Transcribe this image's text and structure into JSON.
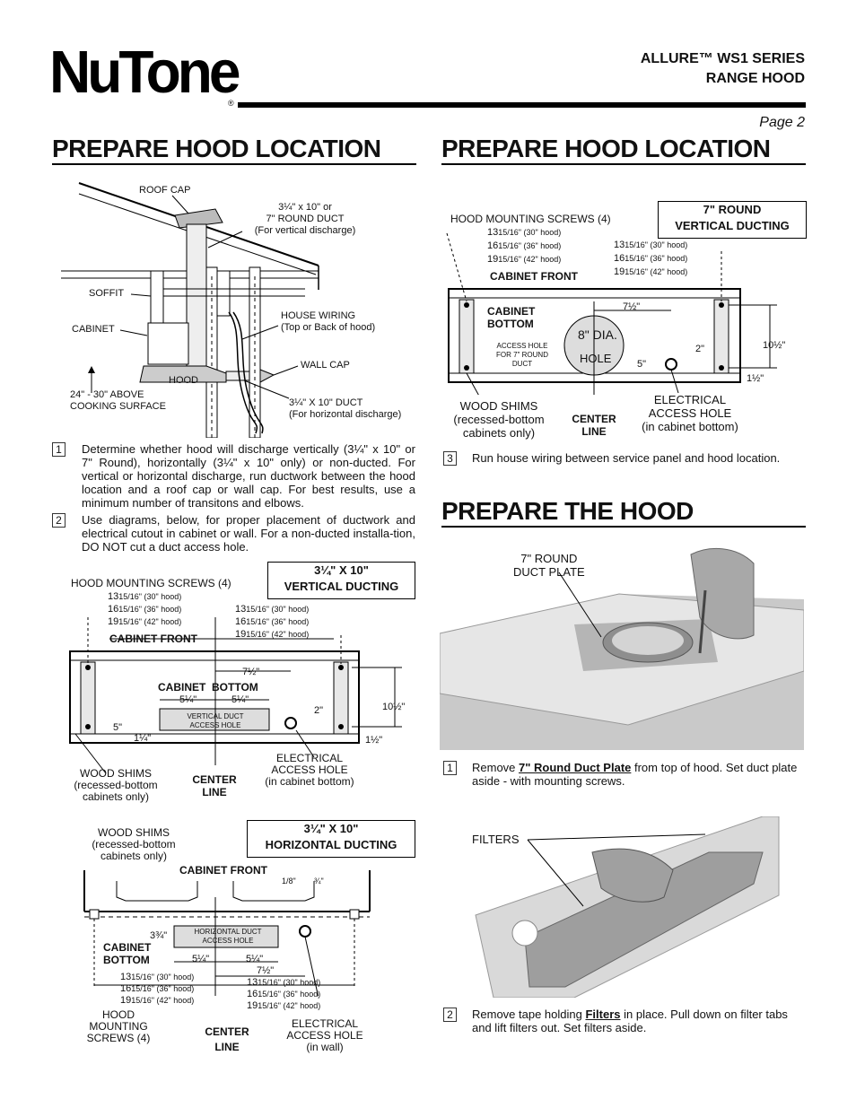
{
  "brand": {
    "name": "NuTone",
    "reg_mark": "®"
  },
  "header": {
    "line1": "ALLURE™  WS1 SERIES",
    "line2": "RANGE HOOD",
    "page": "Page 2"
  },
  "left": {
    "title": "PREPARE HOOD LOCATION",
    "diagram_labels": {
      "roof_cap": "ROOF CAP",
      "duct_vert_1": "3¼\" x 10\" or",
      "duct_vert_2": "7\" ROUND DUCT",
      "duct_vert_3": "(For vertical discharge)",
      "soffit": "SOFFIT",
      "cabinet": "CABINET",
      "house_wiring_1": "HOUSE WIRING",
      "house_wiring_2": "(Top or Back of hood)",
      "wall_cap": "WALL CAP",
      "hood": "HOOD",
      "above_1": "24\" - 30\" ABOVE",
      "above_2": "COOKING SURFACE",
      "duct_horiz_1": "3¼\" X 10\" DUCT",
      "duct_horiz_2": "(For horizontal discharge)"
    },
    "steps": [
      {
        "num": "1",
        "text": "Determine whether hood will discharge vertically (3¼\" x 10\" or 7\" Round), horizontally (3¼\" x 10\" only) or non-ducted. For vertical or horizontal discharge, run ductwork between the hood location and a roof cap or wall cap. For best results, use a minimum number of transitons and elbows."
      },
      {
        "num": "2",
        "text": "Use diagrams, below, for proper placement of ductwork and electrical cutout in cabinet or wall. For a non-ducted installa-tion, DO NOT cut a duct access hole."
      }
    ],
    "vertical": {
      "box_1": "3¼\" X 10\"",
      "box_2": "VERTICAL DUCTING",
      "screws": "HOOD MOUNTING SCREWS (4)",
      "dims_a": [
        "13",
        "15/16\"",
        "(30\" hood)"
      ],
      "dims_b": [
        "16",
        "15/16\"",
        "(36\" hood)"
      ],
      "dims_c": [
        "19",
        "15/16\"",
        "(42\" hood)"
      ],
      "cabinet_front": "CABINET FRONT",
      "cabinet_bottom_1": "CABINET",
      "cabinet_bottom_2": "BOTTOM",
      "seven_half": "7½\"",
      "five_quarter_l": "5¼\"",
      "five_quarter_r": "5¼\"",
      "hole_1": "VERTICAL DUCT",
      "hole_2": "ACCESS HOLE",
      "five": "5\"",
      "one_q": "1¼\"",
      "two": "2\"",
      "ten_half": "10½\"",
      "one_half": "1½\"",
      "shims_1": "WOOD SHIMS",
      "shims_2": "(recessed-bottom",
      "shims_3": "cabinets only)",
      "center_1": "CENTER",
      "center_2": "LINE",
      "elec_1": "ELECTRICAL",
      "elec_2": "ACCESS HOLE",
      "elec_3": "(in cabinet bottom)"
    },
    "horizontal": {
      "box_1": "3¼\" X 10\"",
      "box_2": "HORIZONTAL DUCTING",
      "shims_1": "WOOD SHIMS",
      "shims_2": "(recessed-bottom",
      "shims_3": "cabinets only)",
      "cabinet_front": "CABINET FRONT",
      "eighth": "1/8\"",
      "three_q": "¾\"",
      "three_q2": "3¾\"",
      "hole_1": "HORIZONTAL DUCT",
      "hole_2": "ACCESS HOLE",
      "cabinet_bottom_1": "CABINET",
      "cabinet_bottom_2": "BOTTOM",
      "five_quarter_l": "5¼\"",
      "five_quarter_r": "5¼\"",
      "seven_half": "7½\"",
      "screws_1": "HOOD",
      "screws_2": "MOUNTING",
      "screws_3": "SCREWS (4)",
      "center_1": "CENTER",
      "center_2": "LINE",
      "elec_1": "ELECTRICAL",
      "elec_2": "ACCESS HOLE",
      "elec_3": "(in wall)"
    }
  },
  "right": {
    "title": "PREPARE HOOD LOCATION",
    "round": {
      "box_1": "7\" ROUND",
      "box_2": "VERTICAL DUCTING",
      "screws": "HOOD MOUNTING SCREWS (4)",
      "cabinet_front": "CABINET FRONT",
      "cabinet_bottom_1": "CABINET",
      "cabinet_bottom_2": "BOTTOM",
      "access_1": "ACCESS HOLE",
      "access_2": "FOR 7\" ROUND",
      "access_3": "DUCT",
      "seven_half": "7½\"",
      "dia": "8\" DIA.",
      "hole": "HOLE",
      "five": "5\"",
      "two": "2\"",
      "ten_half": "10½\"",
      "one_half": "1½\"",
      "shims_1": "WOOD SHIMS",
      "shims_2": "(recessed-bottom",
      "shims_3": "cabinets only)",
      "center_1": "CENTER",
      "center_2": "LINE",
      "elec_1": "ELECTRICAL",
      "elec_2": "ACCESS HOLE",
      "elec_3": "(in cabinet bottom)"
    },
    "step3": {
      "num": "3",
      "text": "Run house wiring between service panel and hood location."
    },
    "title2": "PREPARE THE HOOD",
    "photo1_label_1": "7\" ROUND",
    "photo1_label_2": "DUCT PLATE",
    "step1": {
      "num": "1",
      "pre": "Remove ",
      "link": "7\" Round Duct Plate",
      "post": " from top of hood. Set duct plate aside - with mounting screws."
    },
    "photo2_label": "FILTERS",
    "step2": {
      "num": "2",
      "pre": "Remove tape holding ",
      "link": "Filters",
      "post": " in place. Pull down on filter tabs and lift filters out. Set filters aside."
    }
  }
}
